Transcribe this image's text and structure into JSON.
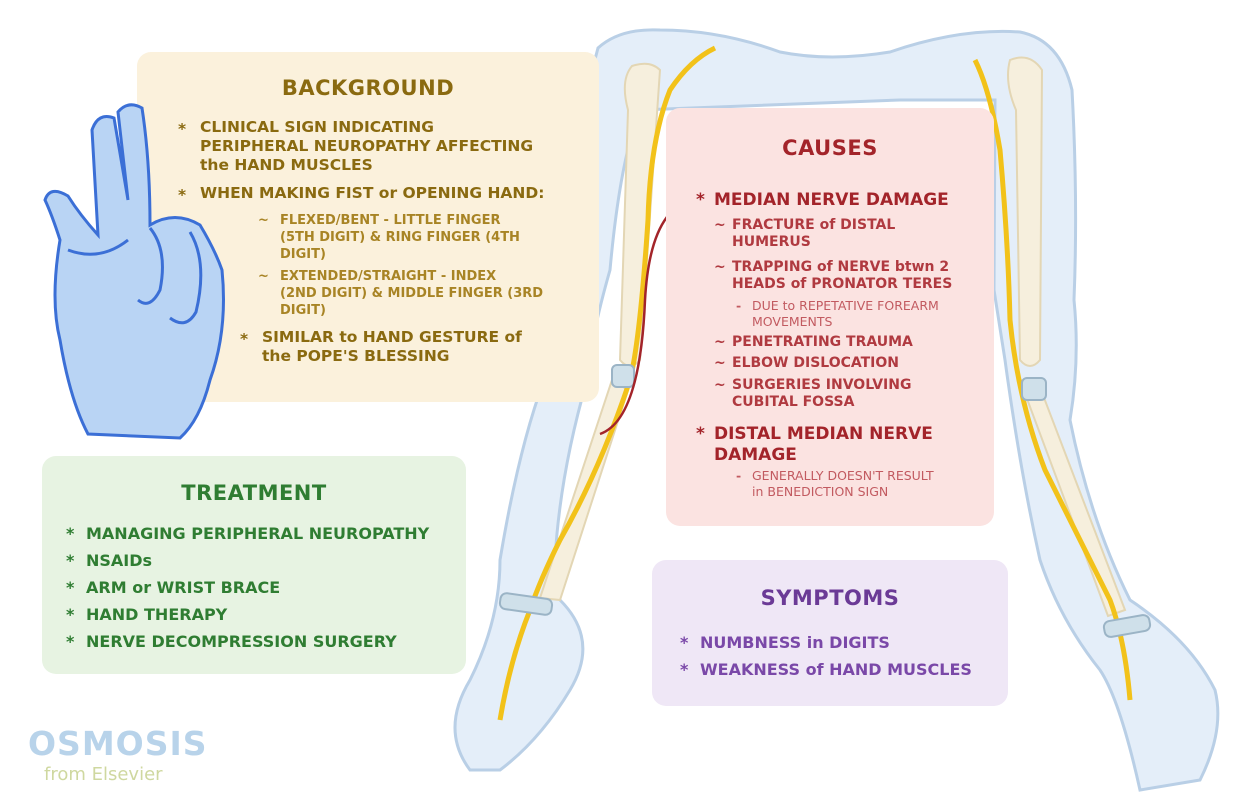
{
  "background": {
    "title": "BACKGROUND",
    "p1": [
      "CLINICAL SIGN INDICATING",
      "PERIPHERAL NEUROPATHY AFFECTING",
      "the HAND MUSCLES"
    ],
    "p2": "WHEN MAKING FIST or OPENING HAND:",
    "s1": [
      "FLEXED/BENT - LITTLE FINGER",
      "(5TH DIGIT) & RING FINGER (4TH",
      "DIGIT)"
    ],
    "s2": [
      "EXTENDED/STRAIGHT - INDEX",
      "(2ND DIGIT) & MIDDLE FINGER (3RD",
      "DIGIT)"
    ],
    "p3": [
      "SIMILAR to HAND GESTURE of",
      "the POPE'S BLESSING"
    ]
  },
  "treatment": {
    "title": "TREATMENT",
    "items": [
      "MANAGING PERIPHERAL NEUROPATHY",
      "NSAIDs",
      "ARM or WRIST BRACE",
      "HAND THERAPY",
      "NERVE DECOMPRESSION SURGERY"
    ]
  },
  "causes": {
    "title": "CAUSES",
    "c1": "MEDIAN NERVE DAMAGE",
    "c1a": [
      "FRACTURE of DISTAL",
      "HUMERUS"
    ],
    "c1b": [
      "TRAPPING of NERVE btwn 2",
      "HEADS of PRONATOR TERES"
    ],
    "c1b_d": [
      "DUE to REPETATIVE FOREARM",
      "MOVEMENTS"
    ],
    "c1c": "PENETRATING TRAUMA",
    "c1d": "ELBOW DISLOCATION",
    "c1e": [
      "SURGERIES INVOLVING",
      "CUBITAL FOSSA"
    ],
    "c2": [
      "DISTAL MEDIAN NERVE",
      "DAMAGE"
    ],
    "c2_d": [
      "GENERALLY DOESN'T RESULT",
      "in BENEDICTION SIGN"
    ]
  },
  "symptoms": {
    "title": "SYMPTOMS",
    "items": [
      "NUMBNESS in DIGITS",
      "WEAKNESS of HAND MUSCLES"
    ]
  },
  "logo": {
    "name": "OSMOSIS",
    "sub": "from Elsevier"
  },
  "colors": {
    "background": "#8a6a10",
    "treatment": "#2f7d32",
    "causes": "#a3242a",
    "symptoms": "#6b3a96",
    "nerve": "#f2c21a"
  }
}
